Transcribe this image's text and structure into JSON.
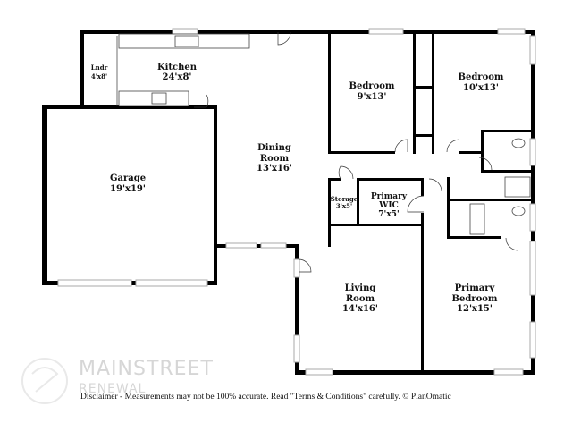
{
  "rooms": {
    "laundry": {
      "name": "Lndr",
      "size": "4'x8'"
    },
    "kitchen": {
      "name": "Kitchen",
      "size": "24'x8'"
    },
    "garage": {
      "name": "Garage",
      "size": "19'x19'"
    },
    "dining": {
      "name": "Dining",
      "name2": "Room",
      "size": "13'x16'"
    },
    "bedroom1": {
      "name": "Bedroom",
      "size": "9'x13'"
    },
    "bedroom2": {
      "name": "Bedroom",
      "size": "10'x13'"
    },
    "storage": {
      "name": "Storage",
      "size": "3'x5'"
    },
    "primary_wic": {
      "name": "Primary",
      "name2": "WIC",
      "size": "7'x5'"
    },
    "living": {
      "name": "Living",
      "name2": "Room",
      "size": "14'x16'"
    },
    "primary_bedroom": {
      "name": "Primary",
      "name2": "Bedroom",
      "size": "12'x15'"
    }
  },
  "watermark": {
    "line1": "MAINSTREET",
    "line2": "RENEWAL"
  },
  "disclaimer": "Disclaimer - Measurements may not be 100% accurate. Read \"Terms & Conditions\" carefully. © PlanOmatic"
}
